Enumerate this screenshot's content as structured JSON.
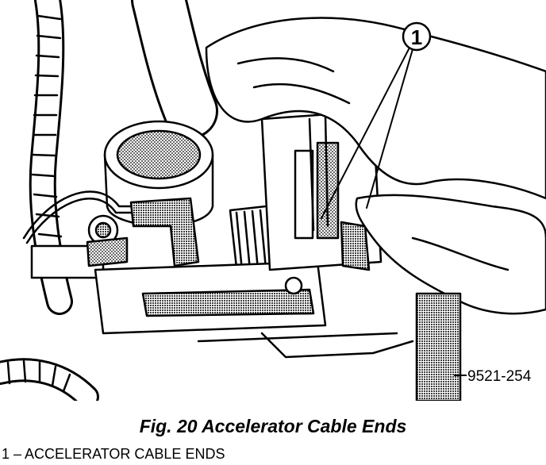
{
  "figure": {
    "callout_number": "1",
    "figure_code": "9521-254",
    "caption": "Fig. 20 Accelerator Cable Ends"
  },
  "legend": {
    "items": [
      {
        "number": "1",
        "separator": " – ",
        "label": "ACCELERATOR CABLE ENDS"
      }
    ]
  }
}
